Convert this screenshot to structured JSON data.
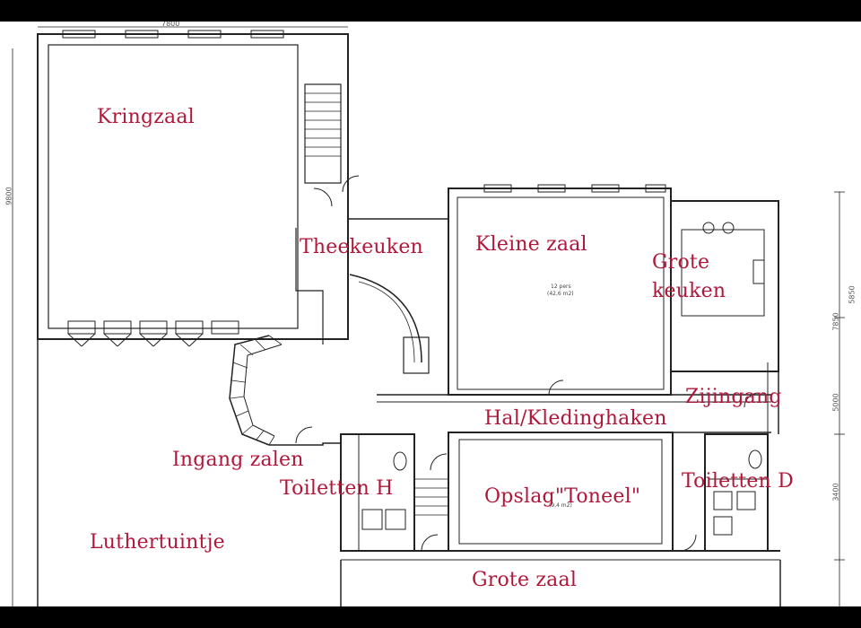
{
  "rooms": {
    "kringzaal": "Kringzaal",
    "theekeuken": "Theekeuken",
    "kleine_zaal": "Kleine zaal",
    "grote_keuken_1": "Grote",
    "grote_keuken_2": "keuken",
    "zijingang": "Zijingang",
    "hal": "Hal/Kledinghaken",
    "ingang": "Ingang zalen",
    "toiletten_h": "Toiletten H",
    "opslag": "Opslag\"Toneel\"",
    "toiletten_d": "Toiletten D",
    "luthertuintje": "Luthertuintje",
    "grote_zaal": "Grote zaal"
  },
  "dimensions": {
    "top": "7800",
    "left": "9800",
    "right_1": "5850",
    "right_2": "7850",
    "right_3": "5000",
    "right_4": "3400",
    "kleine_zaal_area_1": "12 pers",
    "kleine_zaal_area_2": "(42,6 m2)",
    "opslag_area": "(9,4 m2)"
  },
  "colors": {
    "label": "#b0183a",
    "line": "#222222",
    "background": "#ffffff",
    "frame": "#000000"
  }
}
